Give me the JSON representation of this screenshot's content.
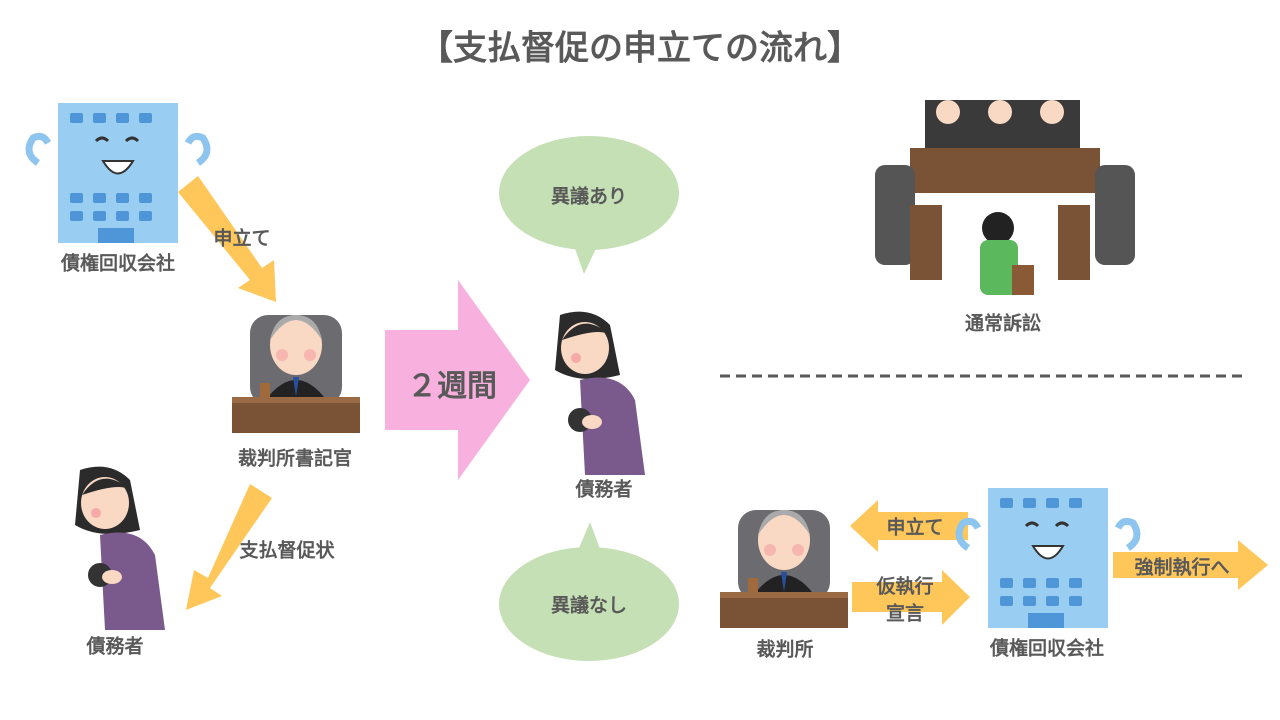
{
  "title": "【支払督促の申立ての流れ】",
  "left_flow": {
    "creditor_label": "債権回収会社",
    "apply_label": "申立て",
    "clerk_label": "裁判所書記官",
    "order_label": "支払督促状",
    "debtor_label": "債務者"
  },
  "middle": {
    "duration_label": "２週間",
    "debtor_label": "債務者",
    "objection_yes": "異議あり",
    "objection_no": "異議なし"
  },
  "right_top": {
    "lawsuit_label": "通常訴訟"
  },
  "right_bottom": {
    "court_label": "裁判所",
    "apply_label": "申立て",
    "provisional_label_line1": "仮執行",
    "provisional_label_line2": "宣言",
    "creditor_label": "債権回収会社",
    "enforcement_label": "強制執行へ"
  },
  "colors": {
    "text": "#595959",
    "arrow": "#FFC65A",
    "pink_arrow": "#F8B0DF",
    "bubble": "#C5E0B4",
    "building": "#8EC5EF"
  }
}
